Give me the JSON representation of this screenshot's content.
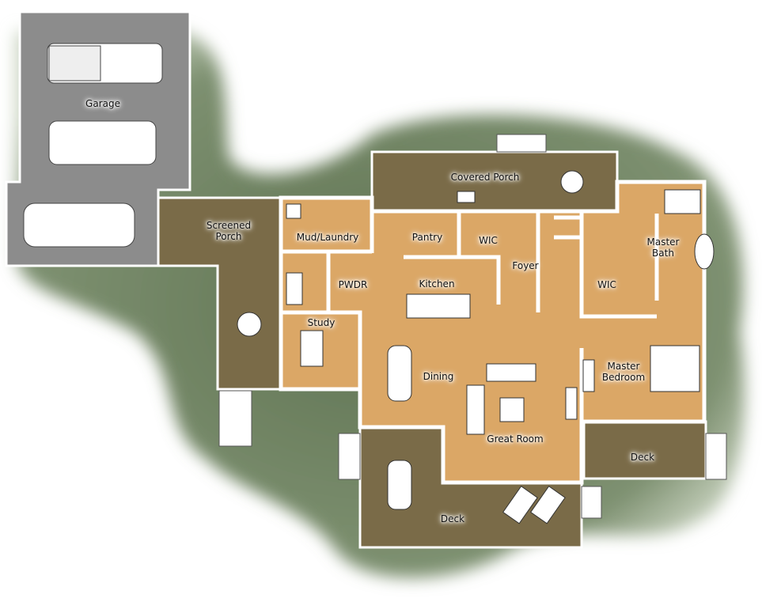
{
  "colors": {
    "lawn": "#6f8260",
    "garage": "#8c8c8c",
    "porch": "#7a6b48",
    "interior": "#dba766",
    "wall": "#ffffff"
  },
  "rooms": {
    "garage": "Garage",
    "screened_porch": "Screened Porch",
    "mud_laundry": "Mud/Laundry",
    "pantry": "Pantry",
    "wic_1": "WIC",
    "covered_porch": "Covered Porch",
    "foyer": "Foyer",
    "wic_2": "WIC",
    "master_bath": "Master Bath",
    "kitchen": "Kitchen",
    "pwdr": "PWDR",
    "study": "Study",
    "dining": "Dining",
    "master_bedroom": "Master Bedroom",
    "great_room": "Great Room",
    "deck_right": "Deck",
    "deck_bottom": "Deck"
  }
}
